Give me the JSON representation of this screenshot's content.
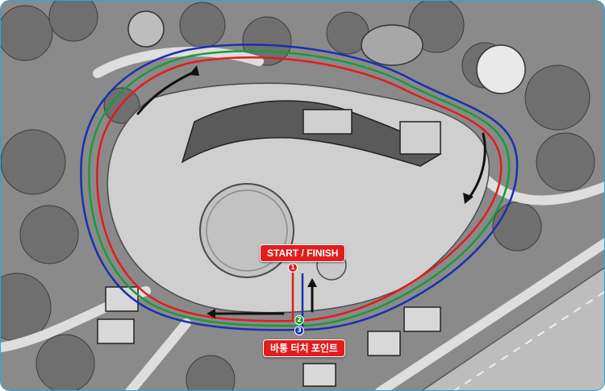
{
  "labels": {
    "start_finish": "START / FINISH",
    "baton_touch": "바통 터치 포인트"
  },
  "markers": [
    {
      "number": "1",
      "color": "#e11d1d"
    },
    {
      "number": "2",
      "color": "#1a9a3a"
    },
    {
      "number": "3",
      "color": "#1a2fb0"
    }
  ],
  "route_colors": {
    "route_1": "#e11d1d",
    "route_2": "#1a9a3a",
    "route_3": "#1a2fb0"
  },
  "direction_arrow_color": "#111111",
  "border_color": "#2aa6e0"
}
